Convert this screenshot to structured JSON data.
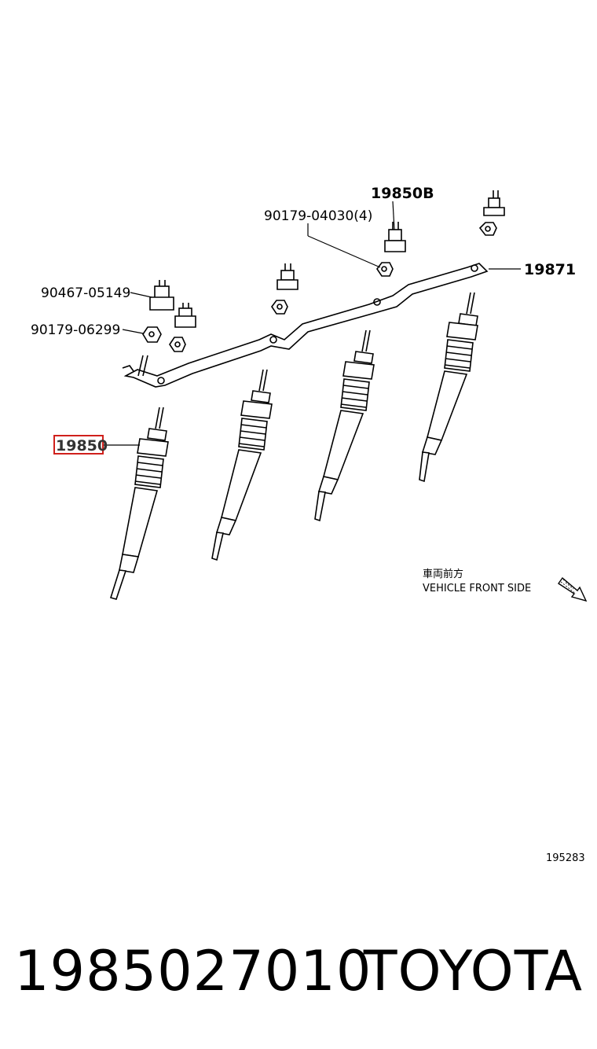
{
  "callouts": {
    "glow_plug": "19850",
    "glow_plug_b": "19850B",
    "connector": "19871",
    "nut_04030": "90179-04030(4)",
    "nut_05149": "90467-05149",
    "nut_06299": "90179-06299"
  },
  "direction": {
    "japanese": "車両前方",
    "english": "VEHICLE FRONT SIDE"
  },
  "figure_code": "195283",
  "footer": {
    "part_number": "1985027010",
    "brand": "TOYOTA"
  },
  "colors": {
    "highlight": "#d0201c",
    "line": "#000000"
  }
}
